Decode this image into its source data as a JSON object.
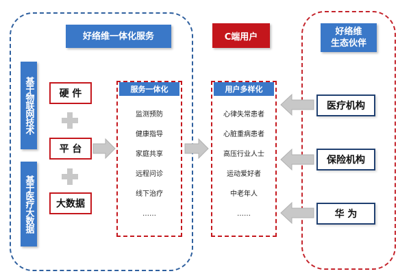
{
  "left_region": {
    "title": "好络维一体化服务"
  },
  "center_title": "C端用户",
  "right_region": {
    "title_line1": "好络维",
    "title_line2": "生态伙伴"
  },
  "side_labels": [
    "基于物联网技术",
    "基于医疗大数据"
  ],
  "components": [
    "硬 件",
    "平 台",
    "大数据"
  ],
  "service_panel": {
    "header": "服务一体化",
    "items": [
      "监测预防",
      "健康指导",
      "家庭共享",
      "远程问诊",
      "线下治疗",
      "……"
    ]
  },
  "user_panel": {
    "header": "用户多样化",
    "items": [
      "心律失常患者",
      "心脏重病患者",
      "高压行业人士",
      "运动爱好者",
      "中老年人",
      "……"
    ]
  },
  "partners": [
    "医疗机构",
    "保险机构",
    "华 为"
  ],
  "colors": {
    "blue": "#3a78c8",
    "red": "#c4161c",
    "arrow": "#c8c8c8"
  },
  "icons": [
    "plus-icon",
    "right-arrow-icon",
    "left-arrow-icon"
  ]
}
